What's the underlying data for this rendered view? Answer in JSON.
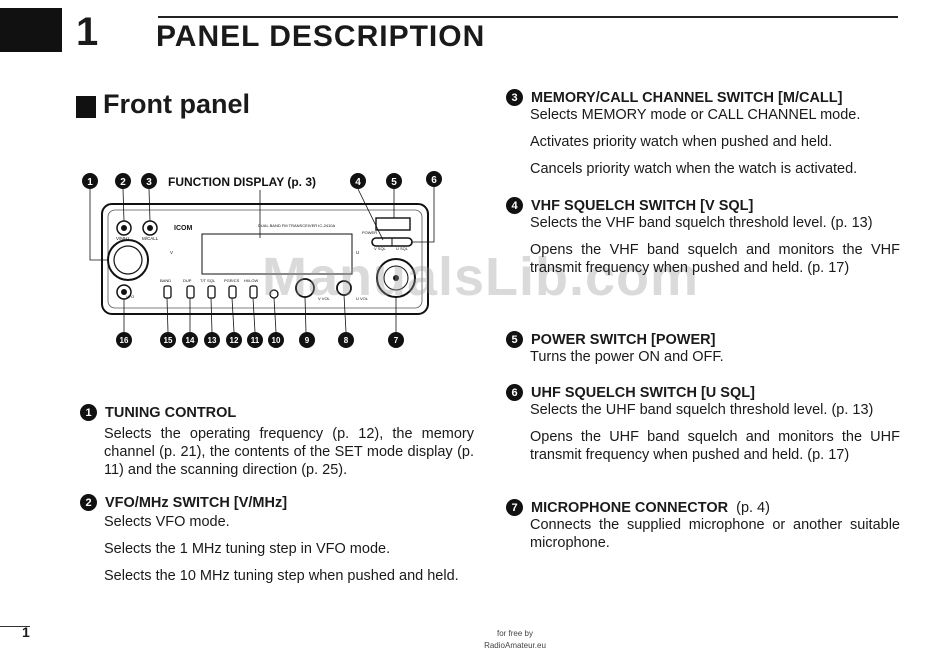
{
  "chapter": {
    "number": "1",
    "title": "PANEL DESCRIPTION"
  },
  "section": {
    "title": "Front panel"
  },
  "diagram": {
    "function_display_label": "FUNCTION DISPLAY (p. 3)",
    "callout_numbers_top": [
      "1",
      "2",
      "3",
      "4",
      "5",
      "6"
    ],
    "callout_numbers_bottom": [
      "16",
      "15",
      "14",
      "13",
      "12",
      "11",
      "10",
      "9",
      "8",
      "7"
    ],
    "panel_labels": {
      "vmhz": "V/MHz",
      "mcall": "M/CALL",
      "brand": "ICOM",
      "model": "DUAL BAND FM TRANSCEIVER IC-2410A",
      "power": "POWER",
      "vsql": "V SQL",
      "usql": "U SQL",
      "band": "BAND",
      "dup": "DUP",
      "ttsql": "T/T SQL",
      "pgrcs": "PGR/CS",
      "hilow": "HI/LOW",
      "vol_v": "V VOL",
      "vol_u": "U VOL",
      "vfo": "VFO",
      "v": "V",
      "u": "U"
    }
  },
  "items": [
    {
      "num": "1",
      "title": "TUNING CONTROL",
      "ref": "",
      "paras": [
        "Selects the operating frequency (p. 12), the memory channel (p. 21), the contents of the SET mode display (p. 11) and the scanning direction (p. 25)."
      ]
    },
    {
      "num": "2",
      "title": "VFO/MHz SWITCH [V/MHz]",
      "ref": "",
      "paras": [
        "Selects VFO mode.",
        "Selects the 1 MHz tuning step in VFO mode.",
        "Selects the 10 MHz tuning step when pushed and held."
      ]
    },
    {
      "num": "3",
      "title": "MEMORY/CALL CHANNEL SWITCH [M/CALL]",
      "ref": "",
      "paras": [
        "Selects MEMORY mode or CALL CHANNEL mode.",
        "Activates priority watch when pushed and held.",
        "Cancels priority watch when the watch is activated."
      ]
    },
    {
      "num": "4",
      "title": "VHF SQUELCH SWITCH [V SQL]",
      "ref": "",
      "paras": [
        "Selects the VHF band squelch threshold level. (p. 13)",
        "Opens the VHF band squelch and monitors the VHF transmit frequency when pushed and held. (p. 17)"
      ]
    },
    {
      "num": "5",
      "title": "POWER SWITCH [POWER]",
      "ref": "",
      "paras": [
        "Turns the power ON and OFF."
      ]
    },
    {
      "num": "6",
      "title": "UHF SQUELCH SWITCH [U SQL]",
      "ref": "",
      "paras": [
        "Selects the UHF band squelch threshold level. (p. 13)",
        "Opens the UHF band squelch and monitors the UHF transmit frequency when pushed and held. (p. 17)"
      ]
    },
    {
      "num": "7",
      "title": "MICROPHONE CONNECTOR",
      "ref": "(p. 4)",
      "paras": [
        "Connects the supplied microphone or another suitable microphone."
      ]
    }
  ],
  "watermark": "ManualsLib.com",
  "page_number": "1",
  "footer": {
    "line1": "for free by",
    "line2": "RadioAmateur.eu"
  }
}
